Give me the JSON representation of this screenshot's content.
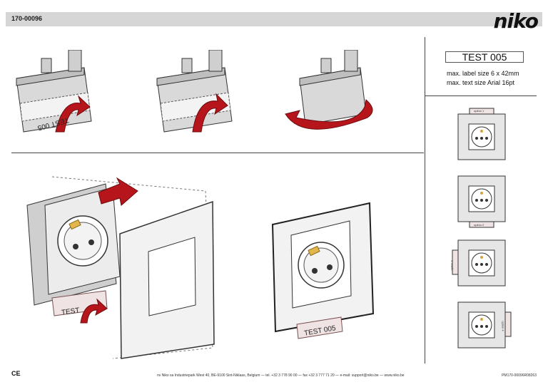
{
  "header": {
    "doc_code": "170-00096",
    "brand": "niko"
  },
  "steps": {
    "label_1": "TEST 005",
    "label_2": "TEST",
    "label_3": "TEST 005"
  },
  "spec": {
    "label_text": "TEST 005",
    "max_label_size": "max. label size  6 x 42mm",
    "max_text_size": "max. text size Arial  16pt"
  },
  "options": {
    "option_1": "option 1",
    "option_2": "option 2",
    "option_3": "option 3",
    "option_4": "option 4"
  },
  "footer": {
    "ce": "CE",
    "address": "nv Niko sa   Industriepark West 40, BE-9100 Sint-Niklaas, Belgium — tel. +32 3 778 90 00 — fax +32 3 777 71 20 — e-mail: support@niko.be — www.niko.be",
    "ref": "PM170-00096R08263"
  },
  "colors": {
    "arrow_red": "#b5151b",
    "grey_strip": "#d6d6d6",
    "socket_grey": "#e6e6e6"
  }
}
